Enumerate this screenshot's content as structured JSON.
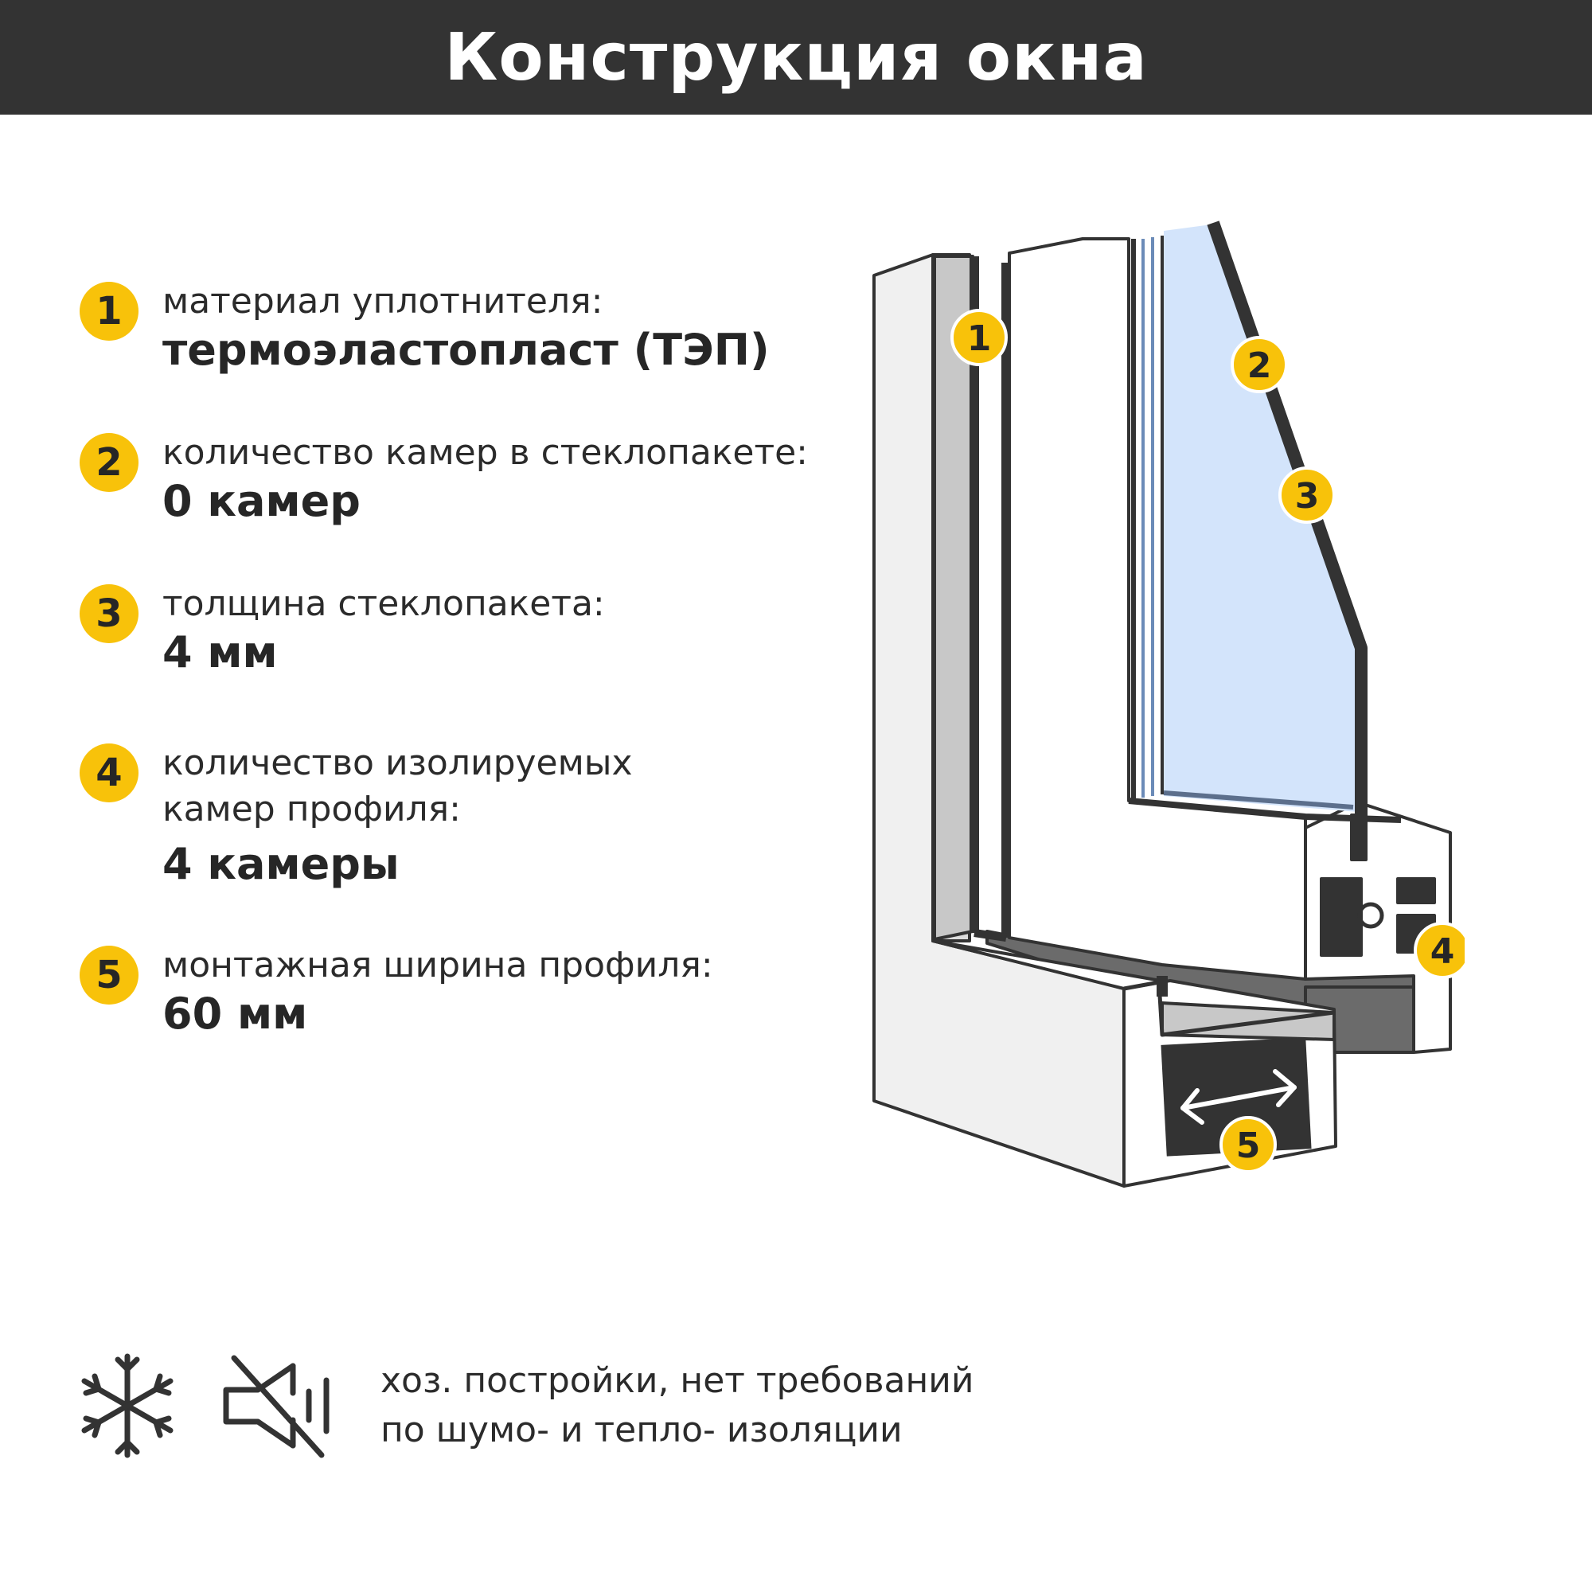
{
  "title": "Конструкция окна",
  "features": [
    {
      "number": "1",
      "label": "материал уплотнителя:",
      "value": "термоэластопласт (ТЭП)"
    },
    {
      "number": "2",
      "label": "количество камер в стеклопакете:",
      "value": "0 камер"
    },
    {
      "number": "3",
      "label": "толщина стеклопакета:",
      "value": "4 мм"
    },
    {
      "number": "4",
      "label": "количество изолируемых камер профиля:",
      "value": "4 камеры"
    },
    {
      "number": "5",
      "label": "монтажная ширина профиля:",
      "value": "60 мм"
    }
  ],
  "diagram_markers": [
    "1",
    "2",
    "3",
    "4",
    "5"
  ],
  "note": {
    "line1": "хоз. постройки, нет требований",
    "line2": "по шумо- и тепло- изоляции"
  },
  "icons": [
    "snowflake-icon",
    "sound-muted-icon"
  ],
  "colors": {
    "header_bg": "#333333",
    "accent": "#f8c20a",
    "glass": "#d3e4fb",
    "frame_dark": "#333333"
  }
}
